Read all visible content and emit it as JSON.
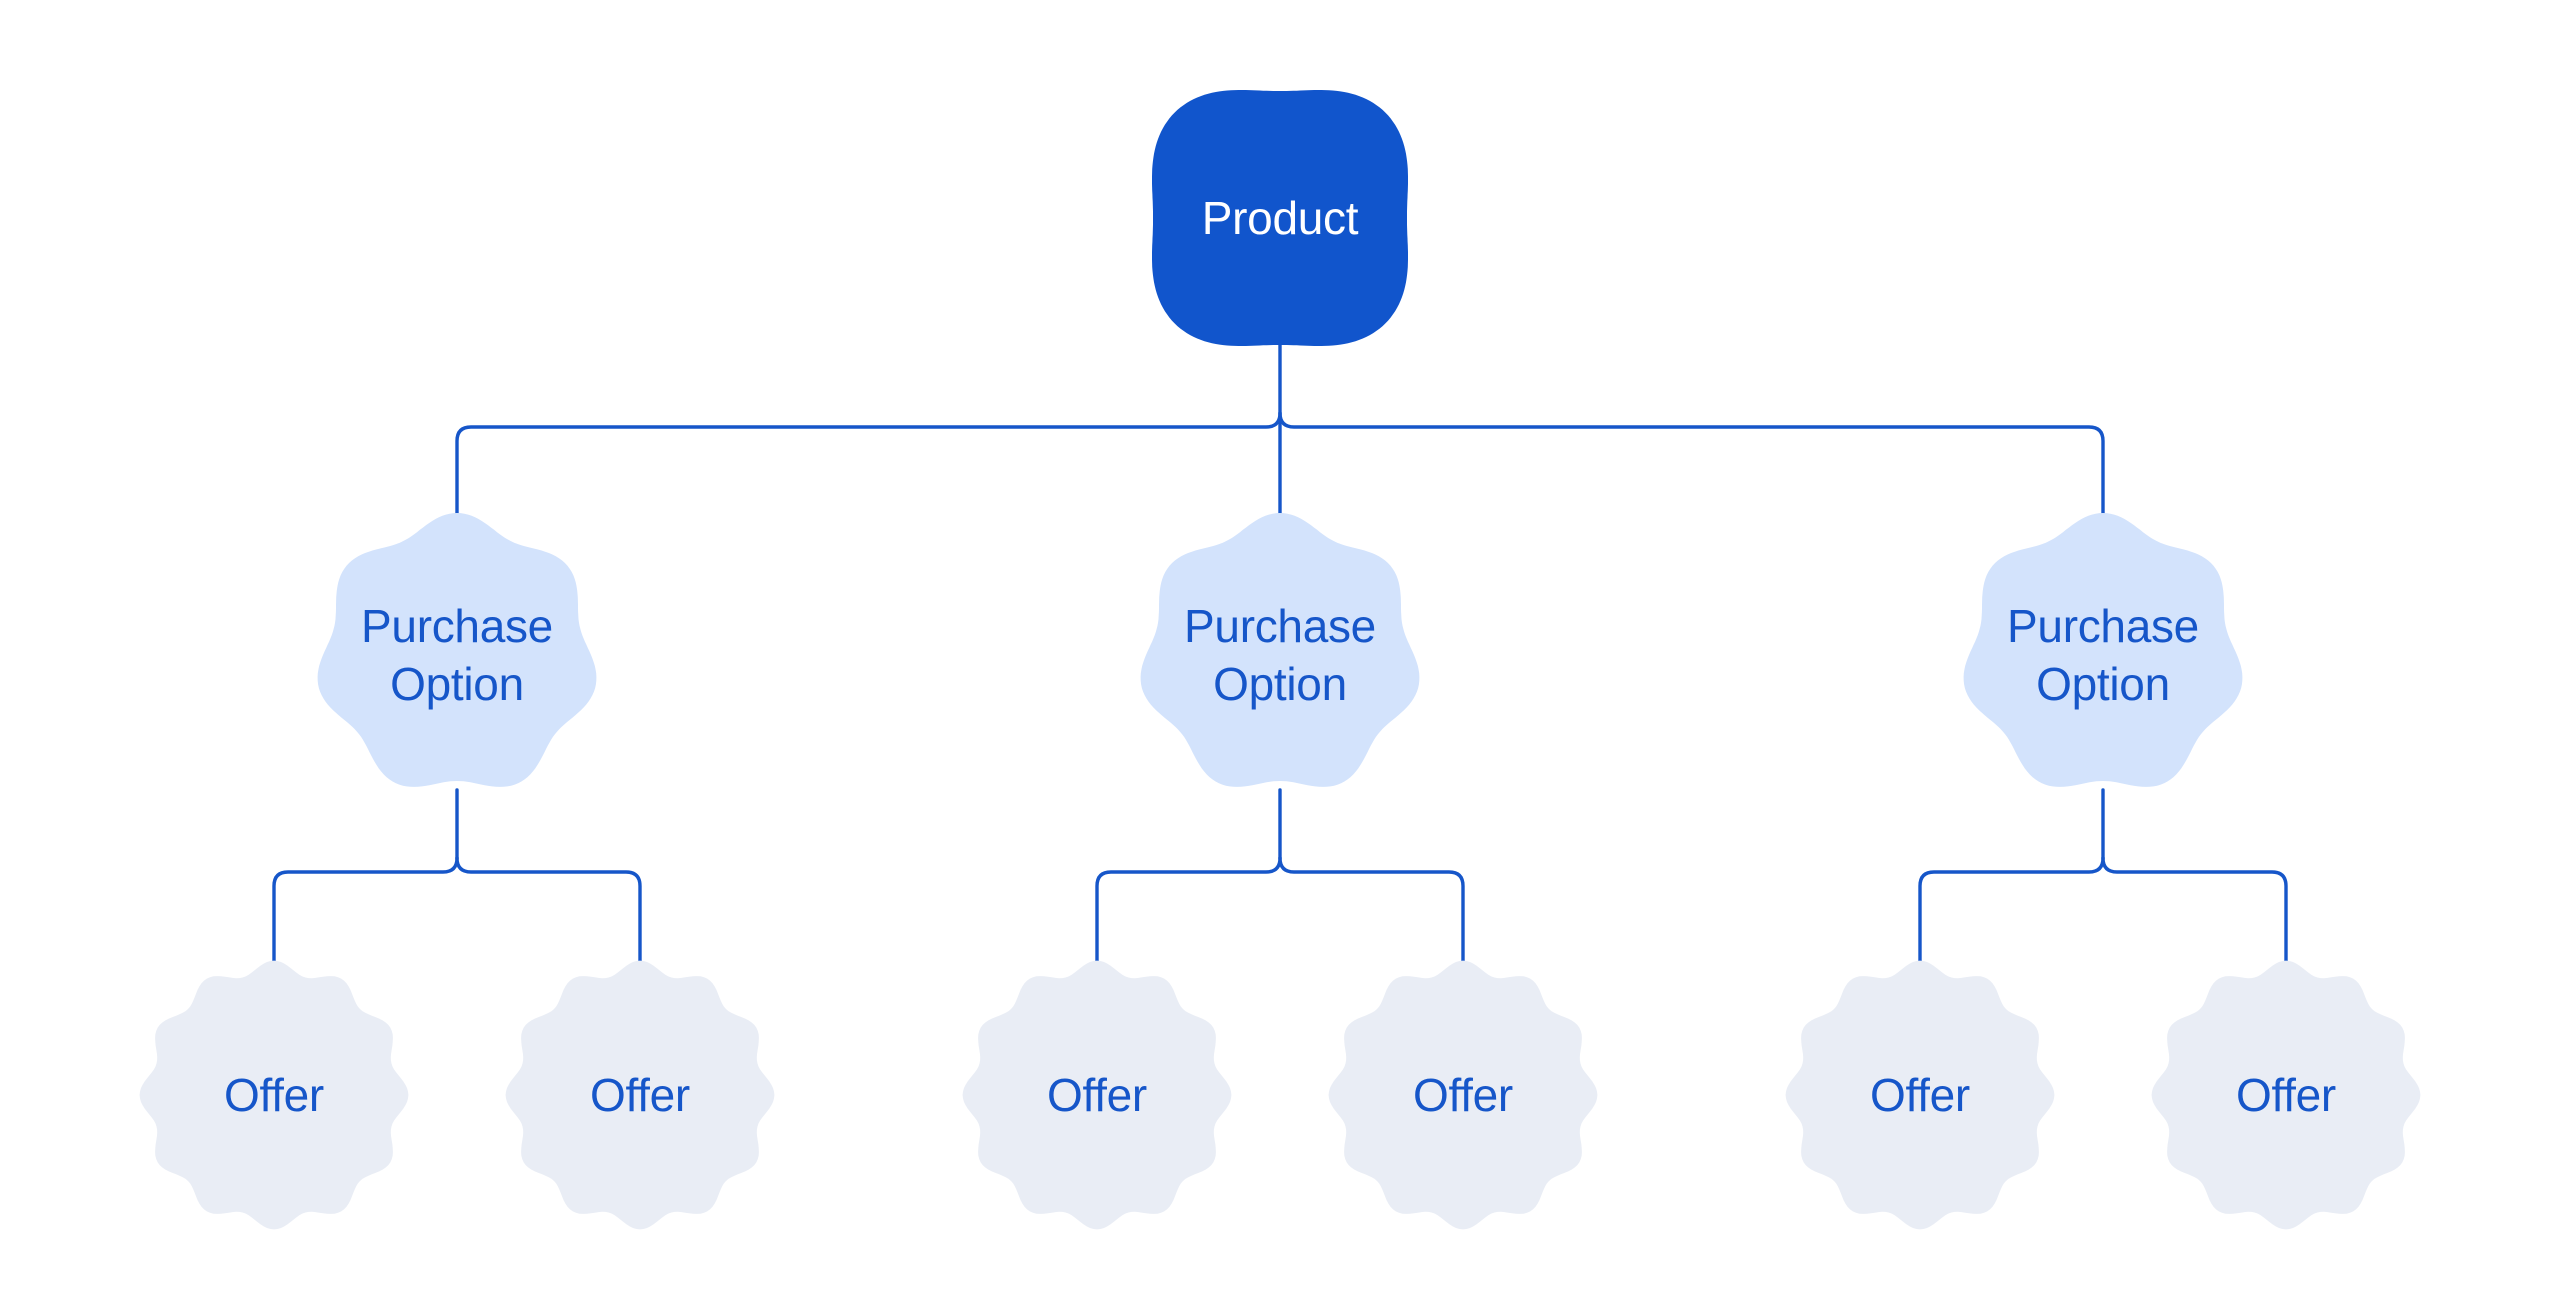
{
  "diagram": {
    "product": {
      "label": "Product"
    },
    "purchase_options": [
      {
        "label": "Purchase Option",
        "offers": [
          {
            "label": "Offer"
          },
          {
            "label": "Offer"
          }
        ]
      },
      {
        "label": "Purchase Option",
        "offers": [
          {
            "label": "Offer"
          },
          {
            "label": "Offer"
          }
        ]
      },
      {
        "label": "Purchase Option",
        "offers": [
          {
            "label": "Offer"
          },
          {
            "label": "Offer"
          }
        ]
      }
    ],
    "colors": {
      "background": "#FFFFFF",
      "product_fill": "#1155CC",
      "product_text": "#FFFFFF",
      "option_fill": "#D3E3FC",
      "offer_fill": "#E9EDF5",
      "label_text": "#1656C9",
      "connector": "#1656C9"
    }
  }
}
